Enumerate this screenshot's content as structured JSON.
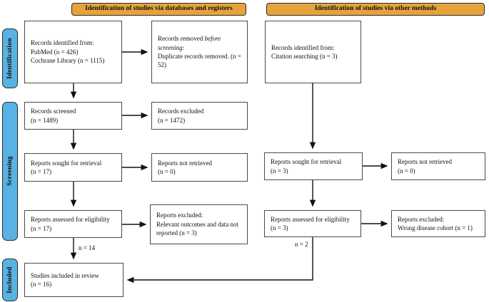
{
  "banners": {
    "left": "Identification of studies via databases and registers",
    "right": "Identification of studies via other methods"
  },
  "stages": {
    "identification": "Identification",
    "screening": "Screening",
    "included": "Included"
  },
  "left_column": {
    "records_identified": "Records identified from:\nPubMed (n = 426)\nCochrane Library (n = 1115)",
    "records_removed": {
      "prefix": "Records removed ",
      "italic": "before screening",
      "suffix": ":",
      "line2": "Duplicate records removed.  (n = 52)"
    },
    "records_screened": "Records screened\n(n = 1489)",
    "records_excluded": "Records excluded\n(n = 1472)",
    "reports_sought": "Reports sought for retrieval\n(n = 17)",
    "reports_not_retrieved": "Reports not retrieved\n(n = 0)",
    "reports_assessed": "Reports assessed for eligibility\n(n = 17)",
    "reports_excluded": "Reports excluded:\nRelevant outcomes and data not reported (n = 3)",
    "studies_included": "Studies included in review\n(n = 16)",
    "flow_label": "n = 14"
  },
  "right_column": {
    "records_identified": "Records identified from:\nCitation searching (n = 3)",
    "reports_sought": "Reports sought for retrieval\n(n = 3)",
    "reports_not_retrieved": "Reports not retrieved\n(n = 0)",
    "reports_assessed": "Reports assessed for eligibility\n(n = 3)",
    "reports_excluded": "Reports excluded:\nWrong disease cohort (n = 1)",
    "flow_label": "n = 2"
  },
  "colors": {
    "banner_fill": "#E5A33C",
    "banner_border": "#2b2b2b",
    "stage_fill": "#58B2E3",
    "stage_border": "#2b2b2b",
    "box_border": "#4a4a4a",
    "arrow": "#111111"
  }
}
